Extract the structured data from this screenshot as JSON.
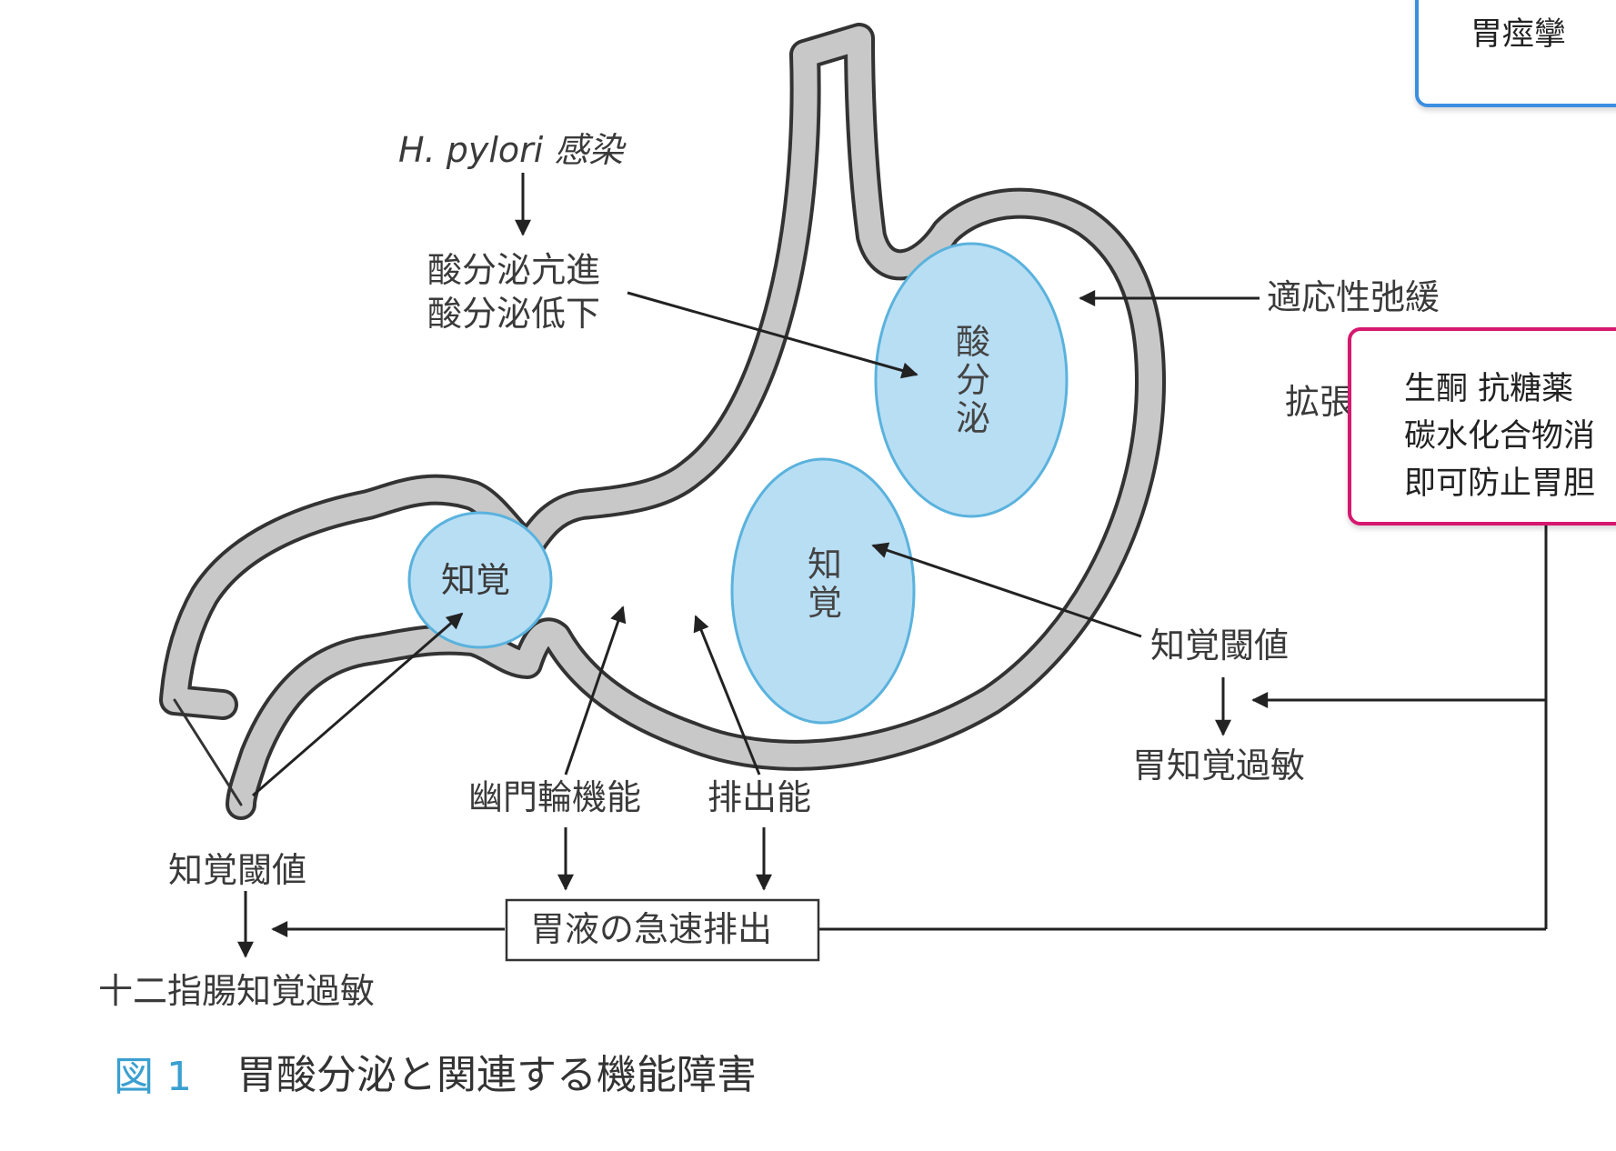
{
  "diagram": {
    "cause": "H. pylori 感染",
    "acid_status_1": "酸分泌亢進",
    "acid_status_2": "酸分泌低下",
    "region_acid": "酸分泌",
    "region_perception_body": "知覚",
    "region_perception_duodenum": "知覚",
    "adaptive_relaxation": "適応性弛緩",
    "distension": "拡張",
    "gastric_threshold": "知覚閾値",
    "gastric_hypersensitivity": "胃知覚過敏",
    "pylorus_function": "幽門輪機能",
    "emptying": "排出能",
    "rapid_emptying": "胃液の急速排出",
    "duodenal_threshold": "知覚閾値",
    "duodenal_hypersensitivity": "十二指腸知覚過敏"
  },
  "caption": {
    "figure_number": "図 1",
    "title": "胃酸分泌と関連する機能障害"
  },
  "callouts": {
    "top_right": "胃痙攣",
    "pink_line1": "生酮 抗糖薬 ",
    "pink_line2": "碳水化合物消",
    "pink_line3": "即可防止胃胆"
  },
  "colors": {
    "wall_fill": "#c8c8c8",
    "region_fill": "#b8def4",
    "region_stroke": "#5ab2dd",
    "caption_accent": "#3aa0d0",
    "callout_blue": "#3b8fe0",
    "callout_pink": "#d6186f"
  }
}
